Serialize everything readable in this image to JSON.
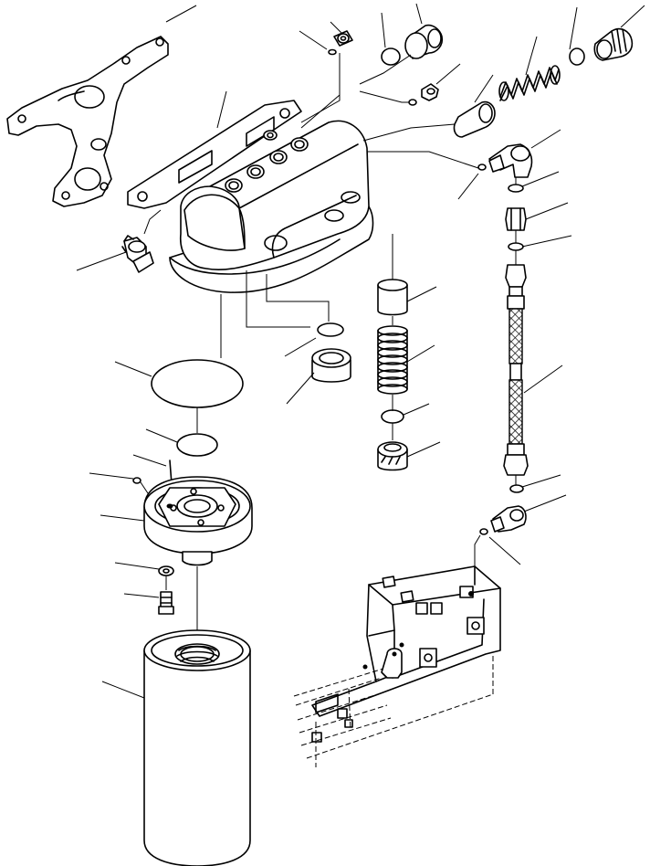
{
  "figure": {
    "kind": "exploded parts diagram (line drawing, no printed labels)",
    "parts": [
      "gasket",
      "filter-head-housing",
      "plug-fitting-top",
      "o-ring",
      "plug-cap",
      "fitting-small",
      "spool",
      "spring",
      "relief-plug",
      "elbow-fitting",
      "seal-washer",
      "connector",
      "hose-assembly",
      "elbow-fitting-lower",
      "bolt-fitting",
      "large-o-ring",
      "small-o-ring",
      "pin",
      "filter-base",
      "washer",
      "bolt",
      "filter-cartridge",
      "sleeve",
      "valve-spring",
      "o-ring-valve",
      "valve-plug",
      "mounting-frame"
    ],
    "colors": {
      "line": "#000000",
      "background": "#ffffff"
    }
  }
}
